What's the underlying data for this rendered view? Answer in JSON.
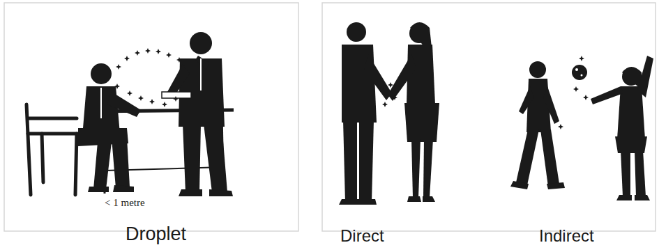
{
  "diagram": {
    "labels": [
      "< 1 metre",
      "Droplet",
      "Direct",
      "Indirect"
    ]
  }
}
